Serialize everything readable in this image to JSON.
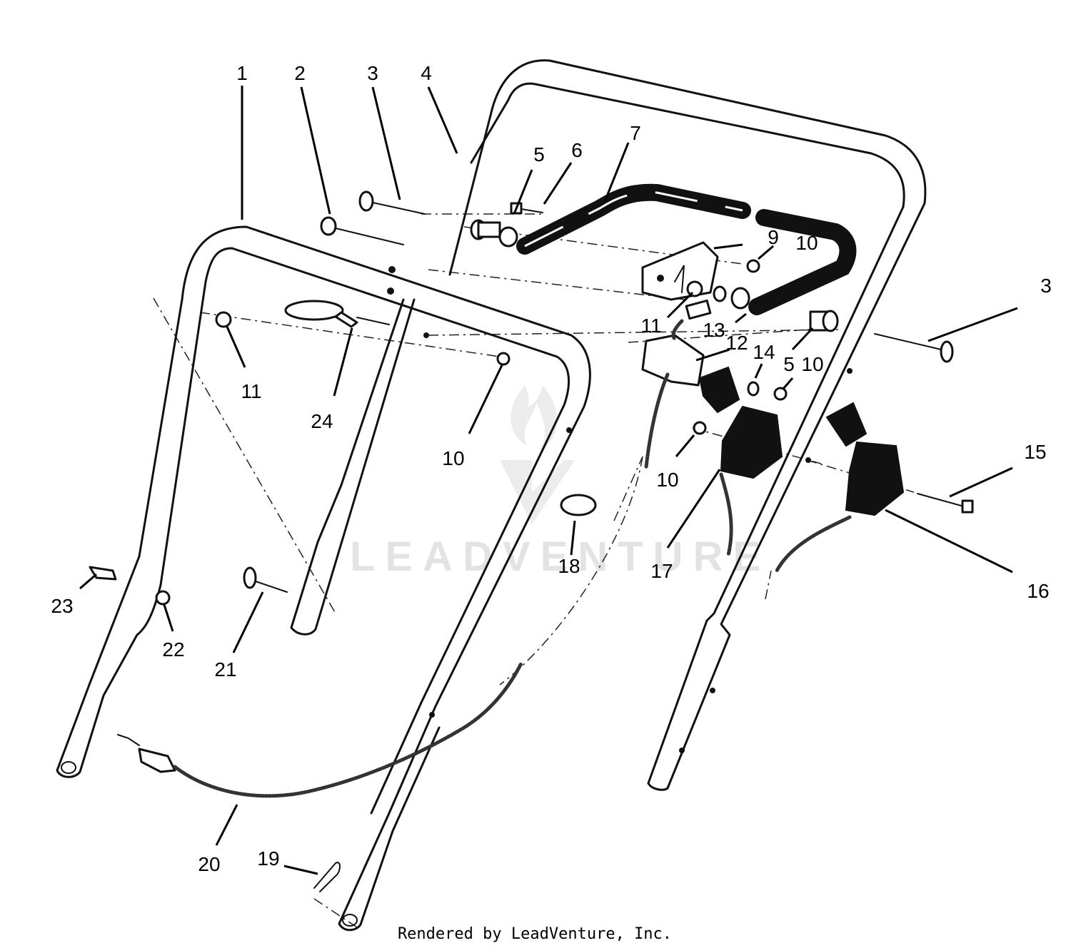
{
  "callouts": [
    {
      "label": "1"
    },
    {
      "label": "2"
    },
    {
      "label": "3"
    },
    {
      "label": "4"
    },
    {
      "label": "5"
    },
    {
      "label": "6"
    },
    {
      "label": "7"
    },
    {
      "label": "9"
    },
    {
      "label": "10"
    },
    {
      "label": "3"
    },
    {
      "label": "11"
    },
    {
      "label": "13"
    },
    {
      "label": "12"
    },
    {
      "label": "14"
    },
    {
      "label": "5"
    },
    {
      "label": "10"
    },
    {
      "label": "11"
    },
    {
      "label": "24"
    },
    {
      "label": "10"
    },
    {
      "label": "10"
    },
    {
      "label": "15"
    },
    {
      "label": "18"
    },
    {
      "label": "17"
    },
    {
      "label": "16"
    },
    {
      "label": "23"
    },
    {
      "label": "22"
    },
    {
      "label": "21"
    },
    {
      "label": "20"
    },
    {
      "label": "19"
    }
  ],
  "watermark": "LEADVENTURE",
  "credit": "Rendered by LeadVenture, Inc."
}
